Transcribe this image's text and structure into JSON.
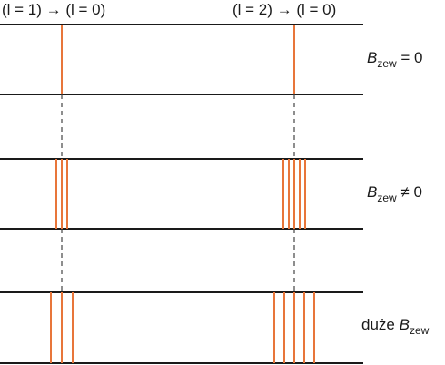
{
  "headers": {
    "left": "(l = 1) → (l = 0)",
    "right": "(l = 2) → (l = 0)"
  },
  "panels": [
    {
      "label_main": "B",
      "label_sub": "zew",
      "label_rest": " = 0",
      "label_prefix": ""
    },
    {
      "label_main": "B",
      "label_sub": "zew",
      "label_rest": " ≠ 0",
      "label_prefix": ""
    },
    {
      "label_main": "B",
      "label_sub": "zew",
      "label_rest": "",
      "label_prefix": "duże "
    }
  ],
  "colors": {
    "line": "#e8763a",
    "frame": "#1a1a1a",
    "guide": "#444444"
  },
  "spectra": [
    {
      "left_lines": 1,
      "right_lines": 1
    },
    {
      "left_lines": 3,
      "right_lines": 5
    },
    {
      "left_lines": 3,
      "right_lines": 5
    }
  ]
}
